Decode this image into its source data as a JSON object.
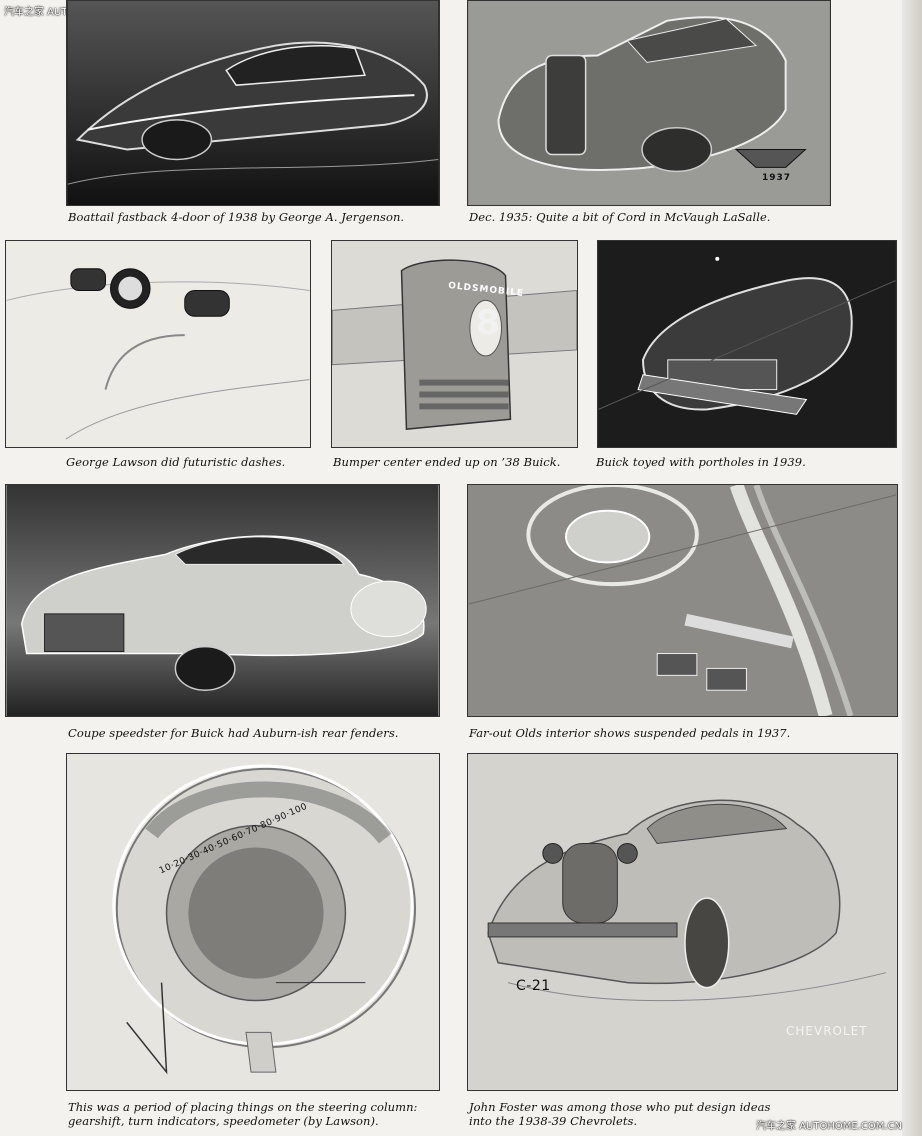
{
  "watermark": {
    "top_left": "汽车之家 AUTOHOME.COM.CN",
    "bottom_right": "汽车之家 AUTOHOME.COM.CN"
  },
  "figures": [
    {
      "id": "boattail",
      "caption": "Boattail fastback 4-door of 1938 by George A. Jergenson."
    },
    {
      "id": "lasalle",
      "caption": "Dec. 1935: Quite a bit of Cord in McVaugh LaSalle.",
      "photo_text": "1937"
    },
    {
      "id": "dashes",
      "caption": "George Lawson did futuristic dashes."
    },
    {
      "id": "bumper",
      "caption": "Bumper center ended up on ’38 Buick.",
      "photo_text": "OLDSMOBILE",
      "photo_numeral": "8"
    },
    {
      "id": "portholes",
      "caption": "Buick toyed with portholes in 1939."
    },
    {
      "id": "coupe",
      "caption": "Coupe speedster for Buick had Auburn-ish rear fenders."
    },
    {
      "id": "olds-interior",
      "caption": "Far-out Olds interior shows suspended pedals in 1937."
    },
    {
      "id": "steering",
      "caption_line1": "This was a period of placing things on the steering column:",
      "caption_line2": "gearshift, turn indicators, speedometer (by Lawson).",
      "photo_text": "10·20·30·40·50·60·70·80·90·100"
    },
    {
      "id": "chevrolet",
      "caption_line1": "John Foster was among those who put design ideas",
      "caption_line2": "into the 1938-39 Chevrolets.",
      "photo_text": "C-21",
      "photo_brand": "CHEVROLET"
    }
  ]
}
